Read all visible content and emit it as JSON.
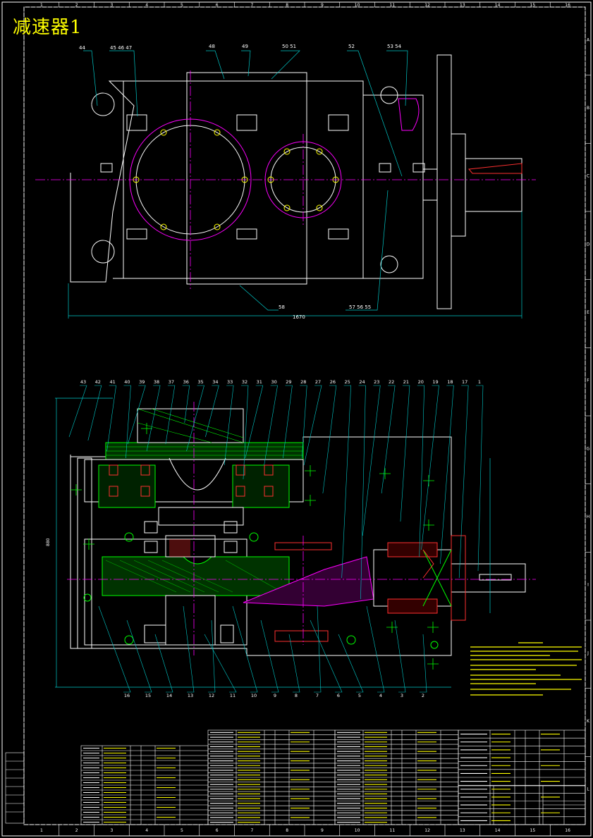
{
  "drawing": {
    "title": "减速器1",
    "column_labels": [
      "1",
      "2",
      "3",
      "4",
      "5",
      "6",
      "7",
      "8",
      "9",
      "10",
      "11",
      "12",
      "13",
      "14",
      "15",
      "16"
    ],
    "row_labels": [
      "A",
      "B",
      "C",
      "D",
      "E",
      "F",
      "G",
      "H",
      "I",
      "J",
      "K",
      "L"
    ],
    "colors": {
      "bg": "#000000",
      "frame": "#ffffff",
      "grid": "#00c8c8",
      "magenta": "#ff00ff",
      "green": "#00ff00",
      "yellow": "#ffff00",
      "red": "#ff3030",
      "cyan": "#00ffff"
    }
  },
  "top_view": {
    "callouts": [
      "44",
      "45 46 47",
      "48",
      "49",
      "50 51",
      "52",
      "53 54",
      "58",
      "57 56 55"
    ],
    "dimension": "1670"
  },
  "section_view": {
    "top_callouts": [
      "43",
      "42",
      "41",
      "40",
      "39",
      "38",
      "37",
      "36",
      "35",
      "34",
      "33",
      "32",
      "31",
      "30",
      "29",
      "28",
      "27",
      "26",
      "25",
      "24",
      "23",
      "22",
      "21",
      "20",
      "19",
      "18",
      "17",
      "1"
    ],
    "bottom_callouts": [
      "16",
      "15",
      "14",
      "13",
      "12",
      "11",
      "10",
      "9",
      "8",
      "7",
      "6",
      "5",
      "4",
      "3",
      "2"
    ],
    "height_dimension": "880"
  }
}
